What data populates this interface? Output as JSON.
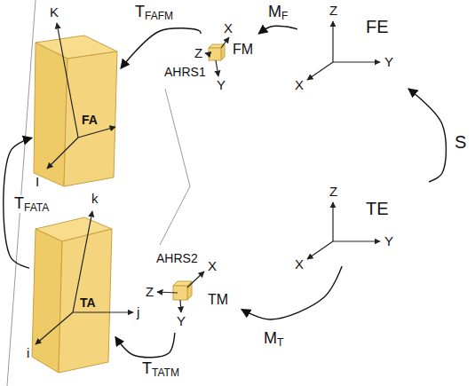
{
  "diagram": {
    "nodes": [
      {
        "text": [
          "FA"
        ]
      },
      {
        "text": [
          "FM",
          "AHRS1"
        ]
      },
      {
        "text": [
          "FE"
        ]
      },
      {
        "text": [
          "TA"
        ]
      },
      {
        "text": [
          "TM",
          "AHRS2"
        ]
      },
      {
        "text": [
          "TE"
        ]
      }
    ],
    "edges": [
      {
        "from": 1,
        "to": 0,
        "label": "TFAFM",
        "arrow": "to"
      },
      {
        "from": 3,
        "to": 0,
        "label": "TFATA",
        "arrow": "to"
      },
      {
        "from": 4,
        "to": 3,
        "label": "TTATM",
        "arrow": "to"
      },
      {
        "from": 2,
        "to": 1,
        "label": "MF",
        "arrow": "to"
      },
      {
        "from": 5,
        "to": 4,
        "label": "MT",
        "arrow": "to"
      },
      {
        "from": 5,
        "to": 2,
        "label": "S",
        "arrow": "to"
      }
    ],
    "labels": [
      "K",
      "I",
      "X",
      "Z",
      "Y",
      "Z",
      "Y",
      "X",
      "k",
      "i",
      "j",
      "Z",
      "X",
      "Y",
      "Z",
      "Y",
      "X"
    ]
  }
}
